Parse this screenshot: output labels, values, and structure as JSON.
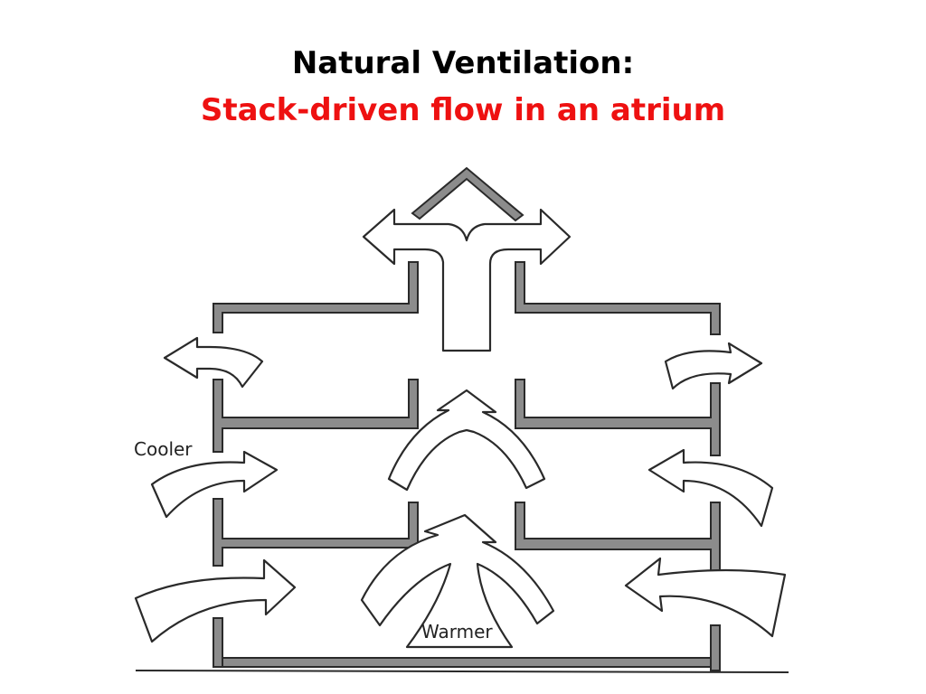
{
  "title": {
    "line1": "Natural Ventilation:",
    "line2": "Stack-driven flow in an atrium"
  },
  "diagram": {
    "label_cooler": "Cooler",
    "label_warmer": "Warmer"
  },
  "colors": {
    "title_primary": "#000000",
    "title_accent": "#ee1111",
    "wall_fill": "#8c8c8c",
    "outline": "#2a2a2a"
  }
}
